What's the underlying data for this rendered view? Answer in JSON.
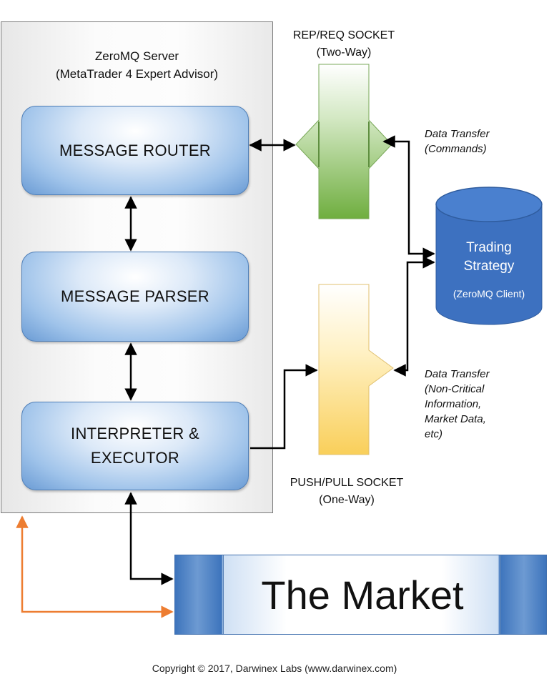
{
  "server": {
    "title_line1": "ZeroMQ Server",
    "title_line2": "(MetaTrader 4 Expert Advisor)"
  },
  "blocks": {
    "router": "MESSAGE ROUTER",
    "parser": "MESSAGE PARSER",
    "executor_line1": "INTERPRETER &",
    "executor_line2": "EXECUTOR"
  },
  "sockets": {
    "rep_req_line1": "REP/REQ SOCKET",
    "rep_req_line2": "(Two-Way)",
    "push_pull_line1": "PUSH/PULL SOCKET",
    "push_pull_line2": "(One-Way)"
  },
  "transfers": {
    "commands_line1": "Data Transfer",
    "commands_line2": "(Commands)",
    "data_line1": "Data Transfer",
    "data_line2": "(Non-Critical",
    "data_line3": "Information,",
    "data_line4": "Market Data,",
    "data_line5": "etc)"
  },
  "strategy": {
    "line1": "Trading",
    "line2": "Strategy",
    "line3": "(ZeroMQ Client)"
  },
  "market": {
    "label": "The Market"
  },
  "footer": {
    "copyright": "Copyright © 2017, Darwinex Labs (www.darwinex.com)"
  },
  "colors": {
    "rep_socket": "#79b347",
    "push_socket": "#fbd66e",
    "strategy": "#3d71c0",
    "feedback_arrow": "#ed7d31"
  }
}
